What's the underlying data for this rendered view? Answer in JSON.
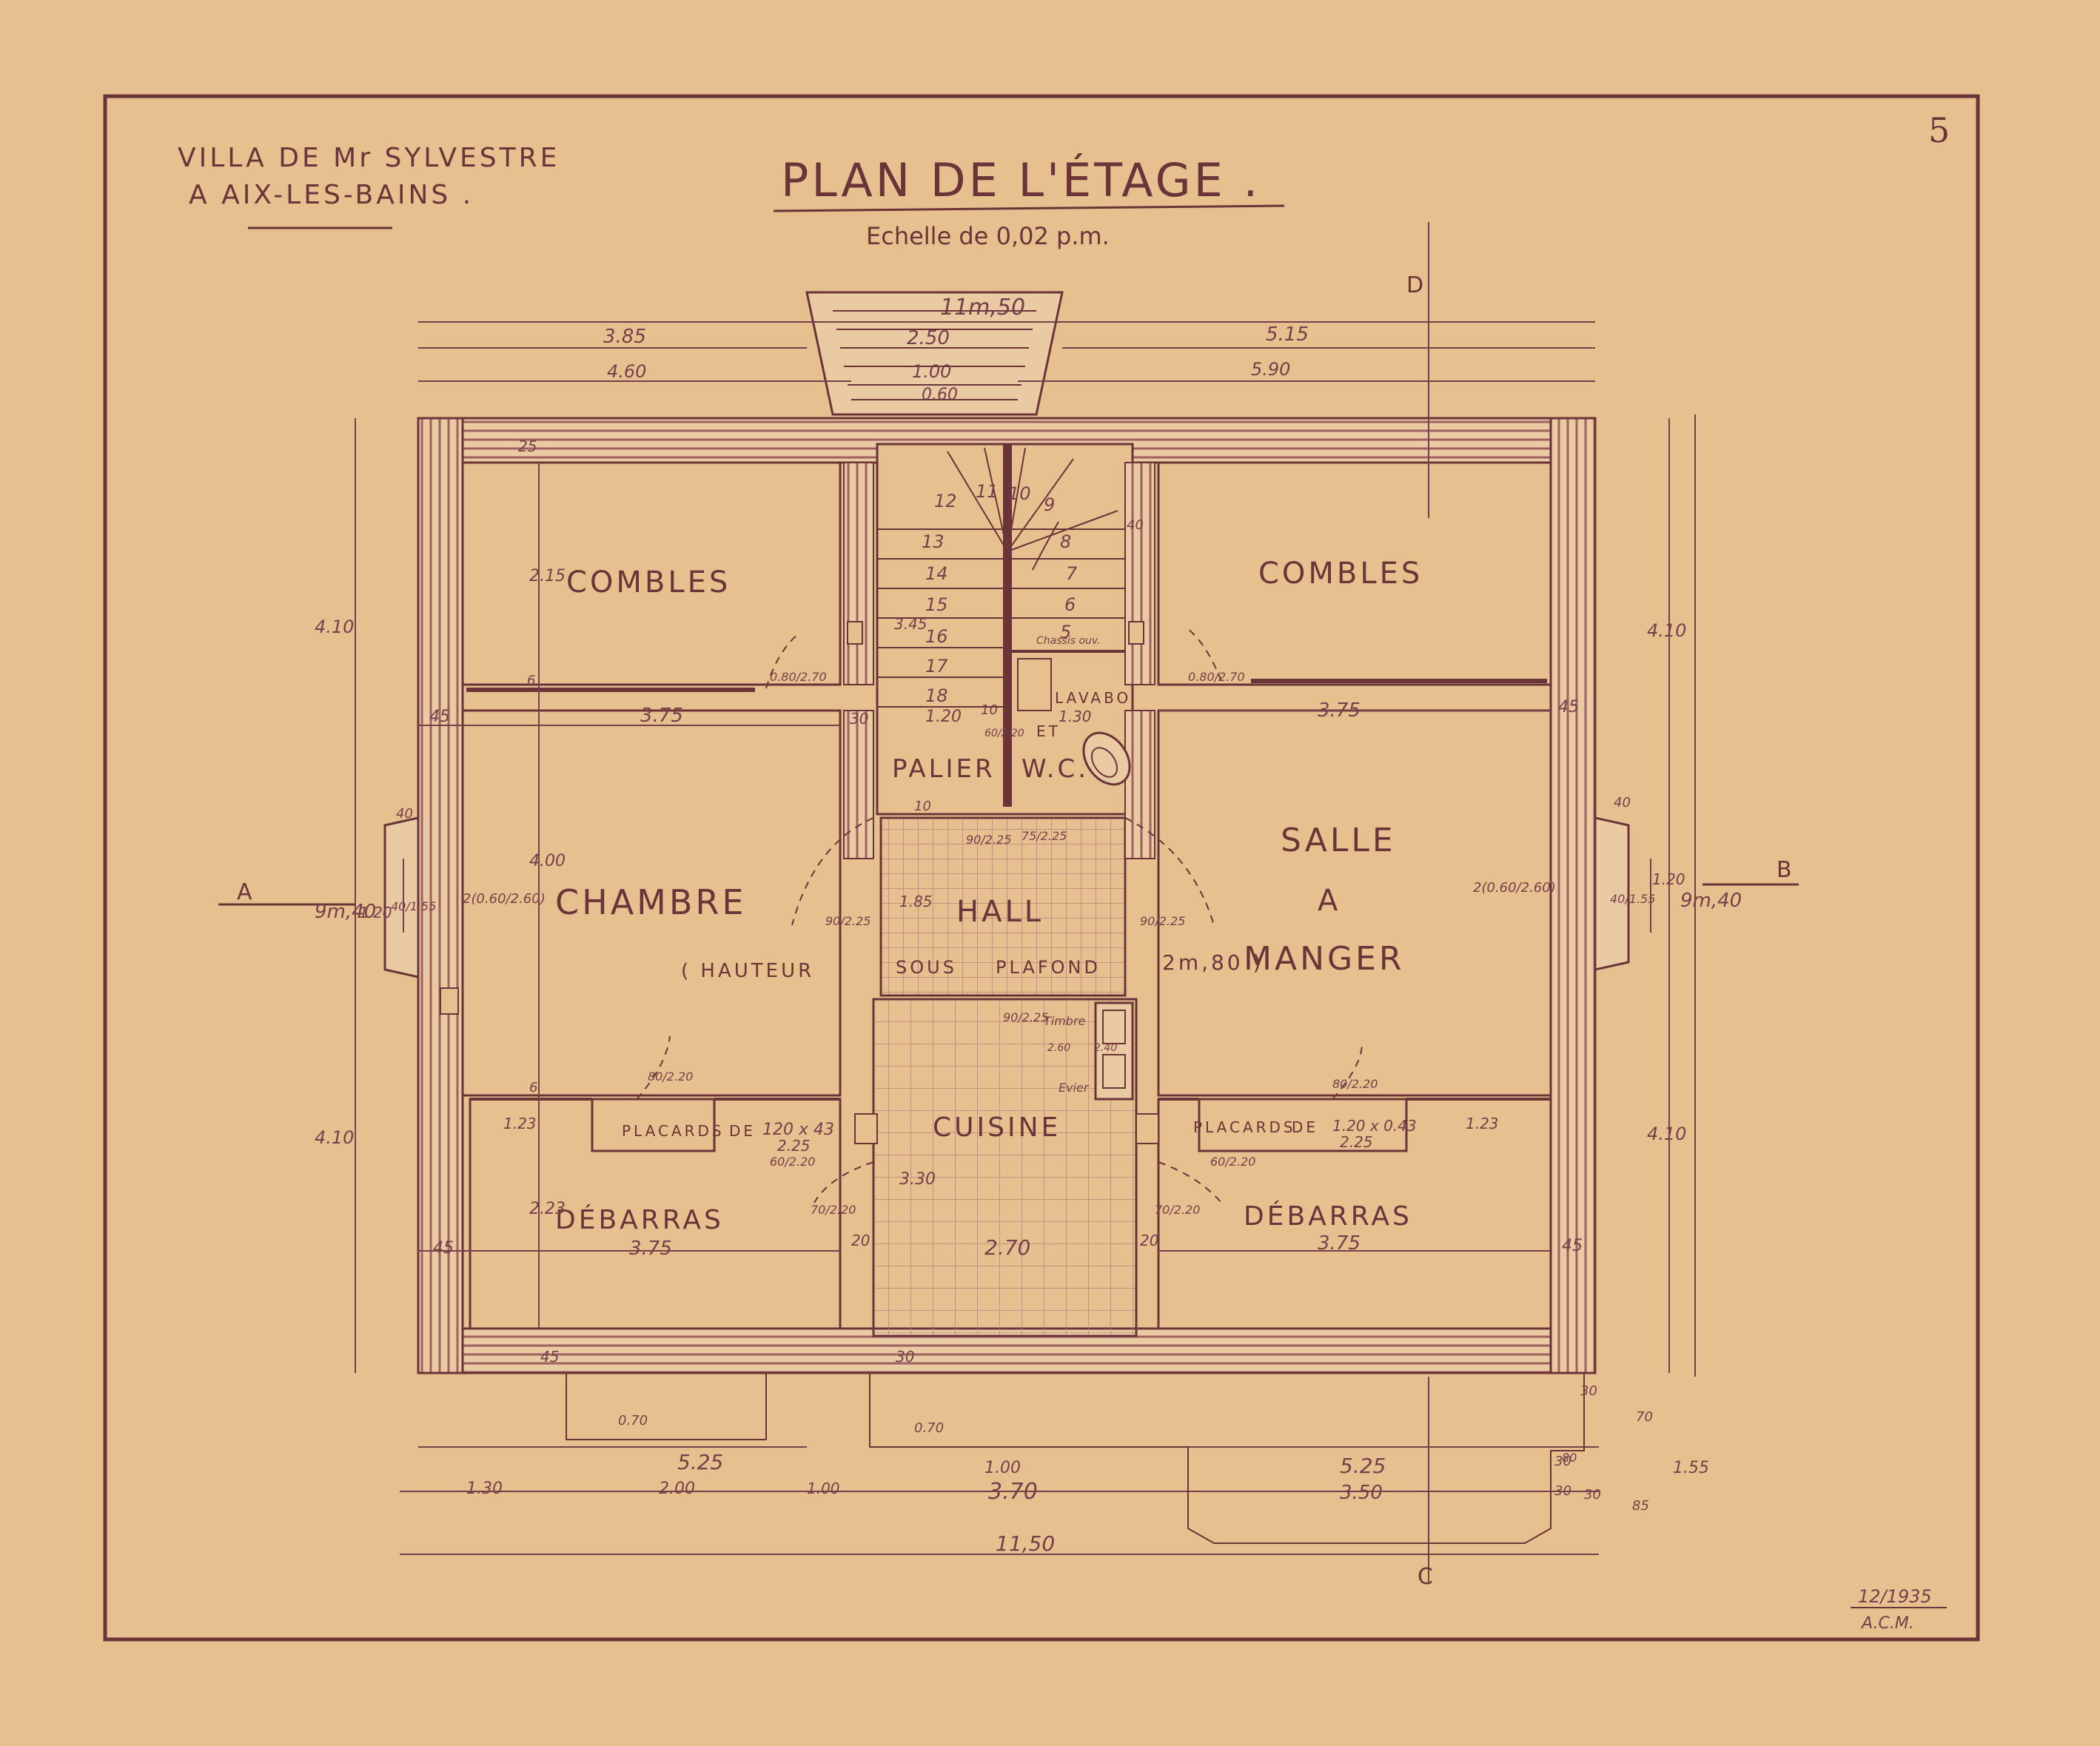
{
  "sheet_number": "5",
  "header": {
    "client_line1": "VILLA DE Mr SYLVESTRE",
    "client_line2": "A AIX-LES-BAINS .",
    "title": "PLAN DE L'ÉTAGE .",
    "scale": "Echelle de 0,02 p.m."
  },
  "rooms": {
    "combles_left": "COMBLES",
    "combles_right": "COMBLES",
    "chambre": "CHAMBRE",
    "hauteur": "( HAUTEUR",
    "sous": "SOUS",
    "plafond": "PLAFOND",
    "height_value": "2m,80 )",
    "hall": "HALL",
    "palier": "PALIER",
    "wc": "W.C.",
    "lavabo": "LAVABO",
    "et": "ET",
    "salle": "SALLE",
    "a": "A",
    "manger": "MANGER",
    "cuisine": "CUISINE",
    "debarras_left": "DÉBARRAS",
    "debarras_right": "DÉBARRAS",
    "placards_left": "PLACARDS",
    "placards_right": "PLACARDS",
    "de_left": "DE",
    "de_right": "DE",
    "placard_dim_left": "120 x 43",
    "placard_dim_left_b": "2.25",
    "placard_dim_right": "1.20 x 0.43",
    "placard_dim_right_b": "2.25",
    "timbre": "Timbre",
    "evier": "Evier",
    "chassis": "Chassis ouv."
  },
  "stairs": [
    "12",
    "11",
    "10",
    "9",
    "13",
    "8",
    "14",
    "7",
    "15",
    "6",
    "16",
    "5",
    "17",
    "18"
  ],
  "dimensions": {
    "total_top": "11m,50",
    "top_a": "3.85",
    "top_b": "2.50",
    "top_c": "5.15",
    "top_d": "4.60",
    "top_e": "1.00",
    "top_f": "5.90",
    "top_g": "0.60",
    "combles_width_left": "3.75",
    "combles_width_right": "3.75",
    "wall_45_a": "45",
    "wall_45_b": "45",
    "wall_45_c": "45",
    "wall_45_d": "45",
    "wall_45_e": "45",
    "wall_30_a": "30",
    "wall_30_b": "30",
    "wall_30_c": "30",
    "wall_30_d": "30",
    "wall_20_a": "20",
    "wall_20_b": "20",
    "wall_40_a": "40",
    "wall_40_b": "40",
    "wall_40_c": "40",
    "wall_25": "25",
    "wall_10_a": "10",
    "wall_10_b": "10",
    "wall_6_a": "6",
    "wall_6_b": "6",
    "stair_w": "1.20",
    "wc_w": "1.30",
    "combles_h": "2.15",
    "left_total_upper": "4.10",
    "left_total_lower": "4.10",
    "left_total": "9m,40",
    "left_window": "1.20",
    "right_total_upper": "4.10",
    "right_total_lower": "4.10",
    "right_total": "9m,40",
    "right_window": "1.20",
    "chambre_h": "4.00",
    "debarras_h": "2.23",
    "debarras_w_left": "3.75",
    "debarras_w_right": "3.75",
    "cuisine_w": "2.70",
    "cuisine_h": "3.30",
    "hall_h": "1.85",
    "stair_h": "3.45",
    "placard_123_left": "1.23",
    "placard_123_right": "1.23",
    "door_080_270_left": "0.80/2.70",
    "door_080_270_right": "0.80/2.70",
    "door_90_225_left": "90/2.25",
    "door_90_225_right": "90/2.25",
    "door_80_220_left": "80/2.20",
    "door_80_220_right": "80/2.20",
    "door_70_220_left": "70/2.20",
    "door_70_220_right": "70/2.20",
    "door_60_220_left": "60/2.20",
    "door_60_220_right": "60/2.20",
    "door_90_225_hall_a": "90/2.25",
    "door_75_225_hall": "75/2.25",
    "door_90_225_cuisine": "90/2.25",
    "door_60_220_wc": "60/2.20",
    "window_left": "2(0.60/2.60)",
    "window_right": "2(0.60/2.60)",
    "window_side_left": "40/1.55",
    "window_side_right": "40/1.55",
    "small_240": "2.40",
    "small_260": "2.60",
    "bottom_a": "5.25",
    "bottom_b": "5.25",
    "bottom_c": "1.00",
    "bottom_d": "1.30",
    "bottom_e": "2.00",
    "bottom_f": "1.00",
    "bottom_g": "3.70",
    "bottom_h": "3.50",
    "bottom_i": "30",
    "bottom_j": "30",
    "bottom_k": "80",
    "bottom_l": "85",
    "bottom_m": "70",
    "bottom_n": "1.55",
    "bottom_total": "11,50",
    "bottom_070_a": "0.70",
    "bottom_070_b": "0.70"
  },
  "sections": {
    "a": "A",
    "b": "B",
    "c": "C",
    "d": "D"
  },
  "footer": {
    "date": "12/1935",
    "signature": "A.C.M."
  }
}
